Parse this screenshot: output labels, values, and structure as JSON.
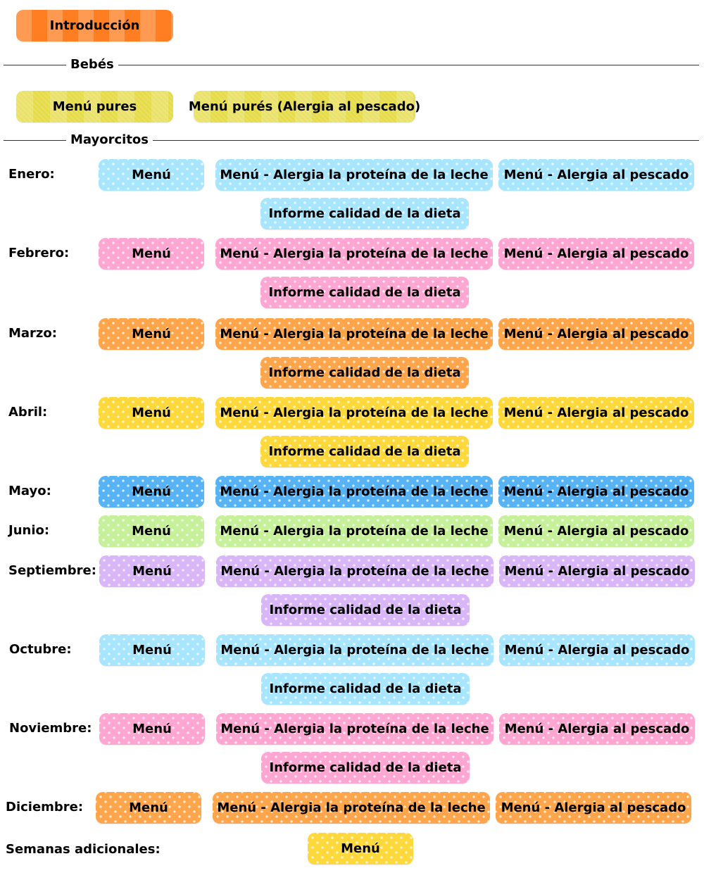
{
  "intro": {
    "label": "Introducción",
    "color": "#ff7e22"
  },
  "sections": {
    "bebes": "Bebés",
    "mayorcitos": "Mayorcitos"
  },
  "bebes": {
    "menu_pures": "Menú pures",
    "menu_pures_pescado": "Menú purés (Alergia al pescado)",
    "color": "#e6dc4a"
  },
  "labels": {
    "menu": "Menú",
    "leche": "Menú - Alergia la proteína de la leche",
    "pescado": "Menú - Alergia al pescado",
    "informe": "Informe calidad de la dieta"
  },
  "months": [
    {
      "name": "Enero:",
      "color": "#a8e6ff",
      "informe": true
    },
    {
      "name": "Febrero:",
      "color": "#ffa6d2",
      "informe": true
    },
    {
      "name": "Marzo:",
      "color": "#ffa64c",
      "informe": true
    },
    {
      "name": "Abril:",
      "color": "#ffd93b",
      "informe": true
    },
    {
      "name": "Mayo:",
      "color": "#58b3f4",
      "informe": false
    },
    {
      "name": "Junio:",
      "color": "#c6f09a",
      "informe": false
    },
    {
      "name": "Septiembre:",
      "color": "#d9b6f7",
      "informe": true
    },
    {
      "name": "Octubre:",
      "color": "#a8e6ff",
      "informe": true
    },
    {
      "name": "Noviembre:",
      "color": "#ffa6d2",
      "informe": true
    },
    {
      "name": "Diciembre:",
      "color": "#ffa64c",
      "informe": false
    }
  ],
  "extra": {
    "name": "Semanas adicionales:",
    "menu": "Menú",
    "color": "#ffd93b"
  }
}
